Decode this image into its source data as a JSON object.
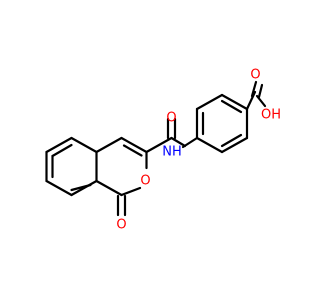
{
  "colors": {
    "carbon": "#000000",
    "oxygen": "#ff0000",
    "nitrogen": "#0000ff",
    "background": "#ffffff"
  },
  "atoms": {
    "amide_o": "O",
    "amide_nh": "NH",
    "acid_oh": "OH",
    "acid_o": "O",
    "ring_o": "O",
    "lactone_o": "O"
  }
}
